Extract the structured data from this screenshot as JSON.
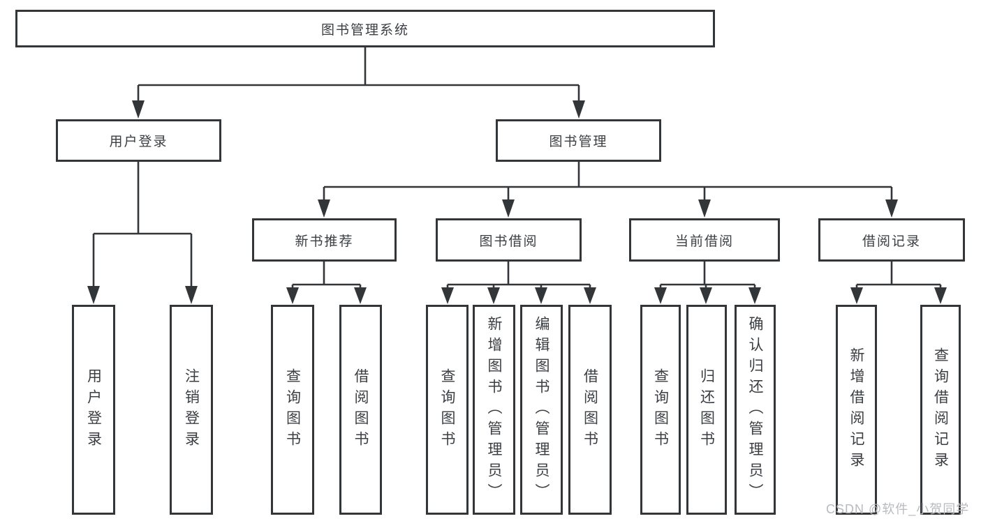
{
  "tree": {
    "label": "图书管理系统",
    "children": [
      {
        "label": "用户登录",
        "children": [
          {
            "label": "用户登录"
          },
          {
            "label": "注销登录"
          }
        ]
      },
      {
        "label": "图书管理",
        "children": [
          {
            "label": "新书推荐",
            "children": [
              {
                "label": "查询图书"
              },
              {
                "label": "借阅图书"
              }
            ]
          },
          {
            "label": "图书借阅",
            "children": [
              {
                "label": "查询图书"
              },
              {
                "label": "新增图书（管理员）"
              },
              {
                "label": "编辑图书（管理员）"
              },
              {
                "label": "借阅图书"
              }
            ]
          },
          {
            "label": "当前借阅",
            "children": [
              {
                "label": "查询图书"
              },
              {
                "label": "归还图书"
              },
              {
                "label": "确认归还（管理员）"
              }
            ]
          },
          {
            "label": "借阅记录",
            "children": [
              {
                "label": "新增借阅记录"
              },
              {
                "label": "查询借阅记录"
              }
            ]
          }
        ]
      }
    ]
  },
  "watermark": {
    "text": "CSDN @软件_小贺同学"
  },
  "colors": {
    "line": "#333639",
    "text": "#3b3e42",
    "watermark": "#b9babe",
    "background": "#ffffff"
  }
}
